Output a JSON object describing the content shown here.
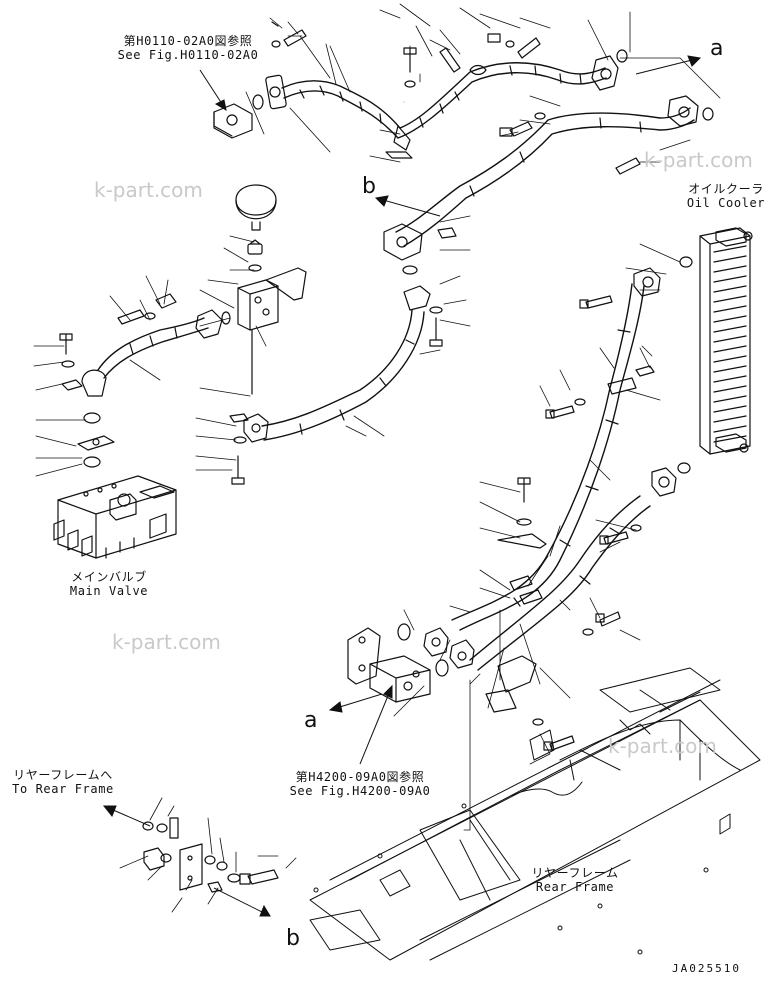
{
  "diagram": {
    "ref_top": {
      "jp": "第H0110-02A0図参照",
      "en": "See Fig.H0110-02A0"
    },
    "ref_bottom": {
      "jp": "第H4200-09A0図参照",
      "en": "See Fig.H4200-09A0"
    },
    "oil_cooler": {
      "jp": "オイルクーラ",
      "en": "Oil Cooler"
    },
    "main_valve": {
      "jp": "メインバルブ",
      "en": "Main Valve"
    },
    "to_rear_frame": {
      "jp": "リヤーフレームへ",
      "en": "To Rear Frame"
    },
    "rear_frame": {
      "jp": "リヤーフレーム",
      "en": "Rear Frame"
    },
    "connector_a": "a",
    "connector_b": "b",
    "watermark": "k-part.com",
    "drawing_code": "JA025510"
  }
}
